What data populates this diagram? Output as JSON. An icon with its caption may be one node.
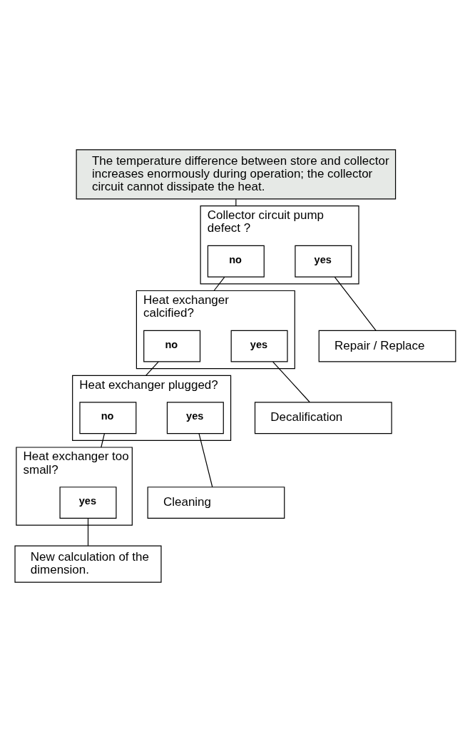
{
  "diagram": {
    "nodes": [
      {
        "text": [
          "The temperature difference between store and collector increases enormously during operation; the collector circuit cannot dissipate the heat."
        ]
      },
      {
        "text": [
          "Collector circuit pump defect ?"
        ]
      },
      {
        "text": [
          "no"
        ],
        "in": 1
      },
      {
        "text": [
          "yes"
        ],
        "in": 1
      },
      {
        "text": [
          "Repair / Replace"
        ]
      },
      {
        "text": [
          "Heat exchanger calcified?"
        ]
      },
      {
        "text": [
          "no"
        ],
        "in": 5
      },
      {
        "text": [
          "yes"
        ],
        "in": 5
      },
      {
        "text": [
          "Decalification"
        ]
      },
      {
        "text": [
          "Heat exchanger plugged?"
        ]
      },
      {
        "text": [
          "no"
        ],
        "in": 9
      },
      {
        "text": [
          "yes"
        ],
        "in": 9
      },
      {
        "text": [
          "Cleaning"
        ]
      },
      {
        "text": [
          "Heat exchanger too small?"
        ]
      },
      {
        "text": [
          "yes"
        ],
        "in": 13
      },
      {
        "text": [
          "New calculation of the dimension."
        ]
      }
    ],
    "edges": [
      {
        "from": 0,
        "to": 1,
        "arrow": "none"
      },
      {
        "from": 3,
        "to": 4,
        "arrow": "none"
      },
      {
        "from": 2,
        "to": 5,
        "arrow": "none"
      },
      {
        "from": 7,
        "to": 8,
        "arrow": "none"
      },
      {
        "from": 6,
        "to": 9,
        "arrow": "none"
      },
      {
        "from": 11,
        "to": 12,
        "arrow": "none"
      },
      {
        "from": 10,
        "to": 13,
        "arrow": "none"
      },
      {
        "from": 14,
        "to": 15,
        "arrow": "none"
      }
    ]
  }
}
